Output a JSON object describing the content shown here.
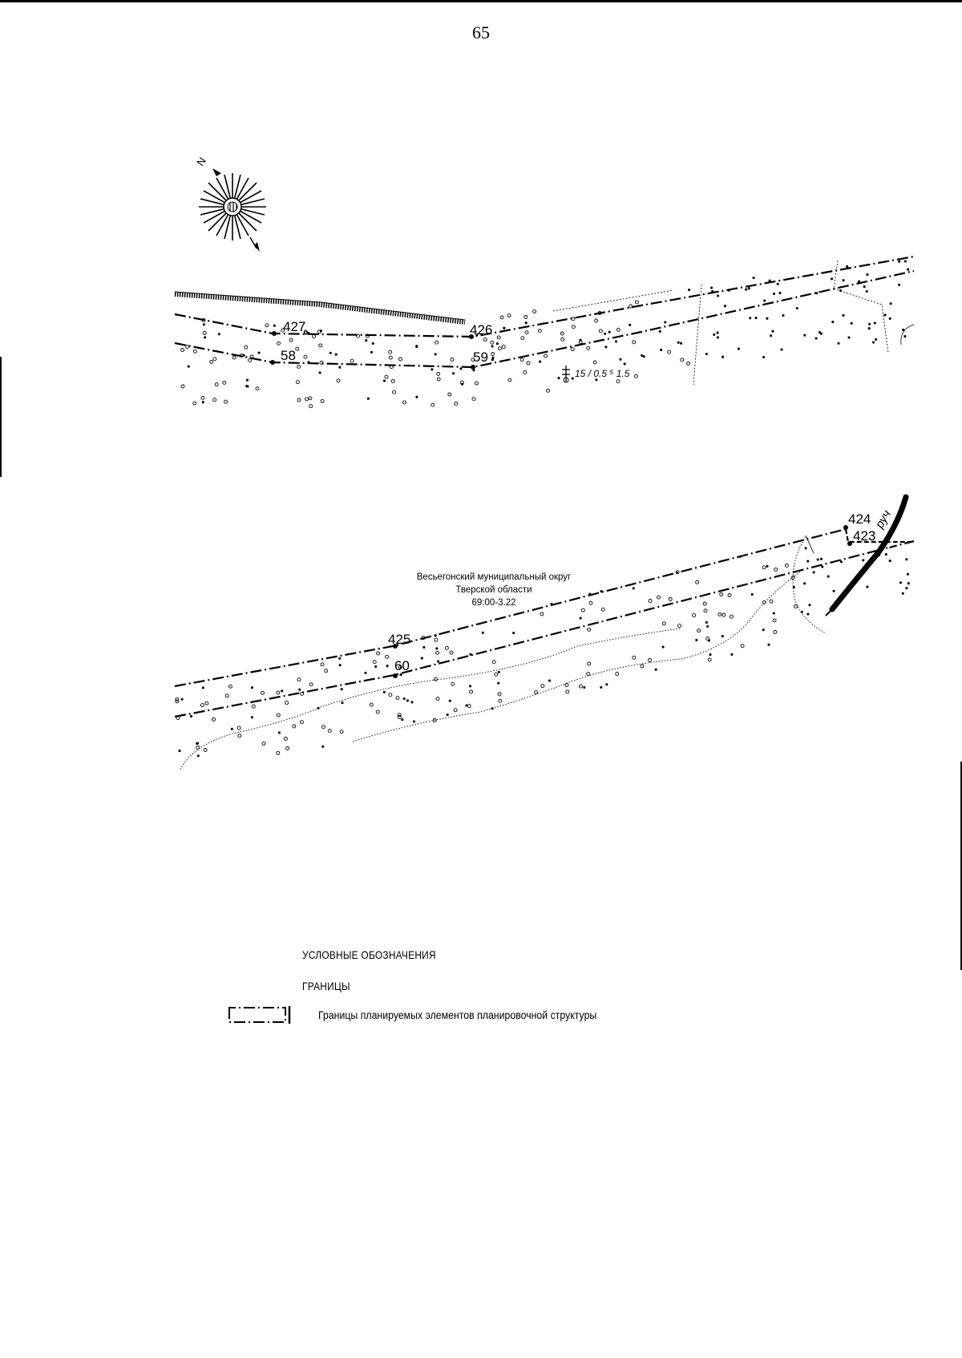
{
  "page": {
    "number": "65"
  },
  "map": {
    "north_label": "N",
    "top_section": {
      "points": {
        "p427": "427",
        "p426": "426",
        "p58": "58",
        "p59": "59"
      },
      "forest_stand_label": "15 / 0.5 ⁵  1.5"
    },
    "bottom_section": {
      "points": {
        "p425": "425",
        "p60": "60",
        "p424": "424",
        "p423": "423"
      },
      "stream_label": "руч",
      "municipality": {
        "line1": "Весьегонский муниципальный округ",
        "line2": "Тверской области",
        "line3": "69:00-3.22"
      }
    },
    "colors": {
      "ink": "#000000",
      "paper": "#ffffff"
    }
  },
  "legend": {
    "title": "УСЛОВНЫЕ ОБОЗНАЧЕНИЯ",
    "section": "ГРАНИЦЫ",
    "items": [
      {
        "label": "Границы планируемых элементов планировочной структуры"
      }
    ]
  }
}
